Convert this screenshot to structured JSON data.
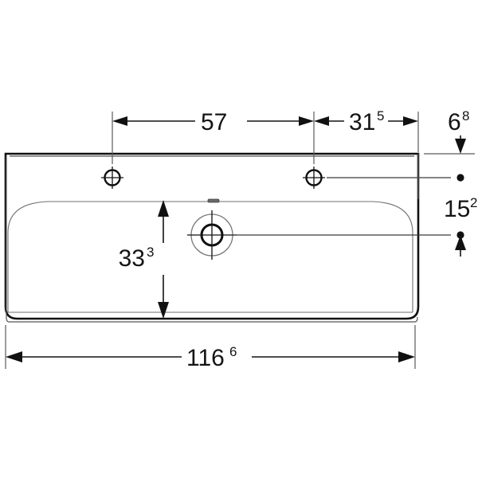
{
  "drawing": {
    "title": "Washbasin technical dimension drawing",
    "subject": "double-width washbasin with two tap holes and central drain",
    "units_note": "",
    "line_color": "#111111",
    "thin_line_color": "#6f6f6f",
    "background": "#ffffff"
  },
  "dimensions": {
    "tap_left_to_drain": {
      "value": "57",
      "sup": "",
      "label": "57"
    },
    "drain_to_tap_right": {
      "value": "31",
      "sup": "5",
      "label": "31.5"
    },
    "basin_depth": {
      "value": "33",
      "sup": "3",
      "label": "33.3"
    },
    "overall_width": {
      "value": "116",
      "sup": "6",
      "label": "116.6"
    },
    "top_edge_to_hole": {
      "value": "6",
      "sup": "8",
      "label": "6.8"
    },
    "hole_to_basin_top": {
      "value": "15",
      "sup": "2",
      "label": "15.2"
    }
  },
  "features": {
    "tap_hole_left": "tap-hole-left",
    "tap_hole_right": "tap-hole-right",
    "drain": "drain-outlet",
    "overflow": "overflow-slot",
    "basin_body": "basin-outline",
    "bowl": "bowl-outline"
  },
  "icons": {
    "arrow_left": "arrow-left-icon",
    "arrow_right": "arrow-right-icon",
    "arrow_up": "arrow-up-icon",
    "arrow_down": "arrow-down-icon",
    "crosshair": "crosshair-icon",
    "endpoint_dot": "endpoint-dot-icon"
  }
}
